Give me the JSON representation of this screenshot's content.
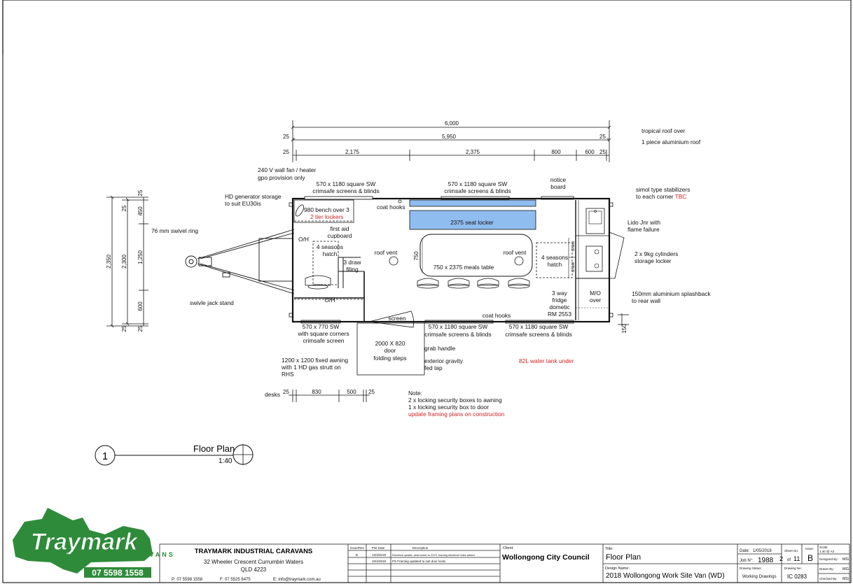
{
  "plan_title": "Floor Plan",
  "plan_scale": "1:40",
  "plan_number": "1",
  "dimensions": {
    "overall": "6,000",
    "body": "5,950",
    "end_left": "25",
    "end_right": "25",
    "seg1": "2,175",
    "seg2": "2,375",
    "seg3": "800",
    "seg4": "600",
    "v_outer": "2,350",
    "v_body": "2,300",
    "v_25_top": "25",
    "v_25_bot": "25",
    "v_450": "450",
    "v_1250": "1,250",
    "v_600": "600",
    "desk_25a": "25",
    "desk_830": "830",
    "desk_500": "500",
    "desk_25b": "25",
    "right_150": "150",
    "table_750": "750"
  },
  "labels": {
    "roof1": "tropical roof over",
    "roof2": "1 piece aluminium roof",
    "fan1": "240 V wall fan / heater",
    "fan2": "gpo provision only",
    "win1a": "570 x 1180 square SW",
    "win1b": "crimsafe screens & blinds",
    "win2a": "570 x 1180 square SW",
    "win2b": "crimsafe screens & blinds",
    "notice1": "notice",
    "notice2": "board",
    "stab1": "simol type stabilizers",
    "stab2": "to each corner",
    "stab_tbc": "TBC",
    "hdgen1": "HD generator storage",
    "hdgen2": "to suit EU30is",
    "bench": "980 bench over 3",
    "lockers2": "2 tier lockers",
    "coat_hooks_top": "coat hooks",
    "seat_locker": "2375 seat locker",
    "lido1": "Lido Jnr with",
    "lido2": "flame failure",
    "swivel_ring": "76 mm swivel ring",
    "first_aid1": "first aid",
    "first_aid2": "cupboard",
    "oh_upper": "O/H",
    "hatch_l1": "4 seasons",
    "hatch_l2": "hatch",
    "draw1": "3 draw",
    "draw2": "filing",
    "roof_vent_l": "roof vent",
    "roof_vent_r": "roof vent",
    "meals_table": "750 x 2375 meals table",
    "hatch_r1": "4 seasons",
    "hatch_r2": "hatch",
    "draw_a": "draw",
    "draw_b": "draw",
    "cyl1": "2 x 9kg cylinders",
    "cyl2": "storage locker",
    "fridge1": "3 way",
    "fridge2": "fridge",
    "fridge3": "dometic",
    "fridge4": "RM 2553",
    "mo1": "M/O",
    "mo2": "over",
    "splash1": "150mm aluminium splashback",
    "splash2": "to rear wall",
    "jack": "swivle jack stand",
    "oh_lower": "O/H",
    "screen": "screen",
    "coat_hooks_bot": "coat hooks",
    "win3a": "570 x 770 SW",
    "win3b": "with square corners",
    "win3c": "crimsafe screen",
    "win4a": "570 x 1180 square SW",
    "win4b": "crimsafe screens & blinds",
    "win5a": "570 x 1180 square SW",
    "win5b": "crimsafe screens & blinds",
    "door1": "2000 X 820",
    "door2": "door",
    "door3": "folding steps",
    "grab": "grab handle",
    "tap1": "exterior gravity",
    "tap2": "fed tap",
    "water_tank": "82L water tank under",
    "awning1": "1200 x 1200 fixed awning",
    "awning2": "with 1 HD gas strutt on",
    "awning3": "RHS",
    "desks": "desks",
    "note_title": "Note:",
    "note1": "2 x locking security boxes to awning",
    "note2": "1 x locking security box to door",
    "note3": "update framing plans on construction"
  },
  "logo": {
    "name": "Traymark",
    "sub": "INDUSTRIAL CARAVANS",
    "phone": "07 5598 1558",
    "green": "#2e8b3a"
  },
  "title_block": {
    "company": "TRAYMARK INDUSTRIAL CARAVANS",
    "address1": "32 Wheeler Crescent Currumbin Waters",
    "address2": "QLD 4223",
    "phone": "P: 07 5598 1558",
    "fax": "F: 07 5525 6475",
    "email": "E: info@traymark.com.au",
    "rev_headers": [
      "Issue/Rev",
      "Plot Date",
      "Description"
    ],
    "revisions": [
      {
        "rev": "B",
        "date": "12/3/2018",
        "desc": "Electrical update, seat locker to 2375, framing electrical holes added"
      },
      {
        "rev": "",
        "date": "10/4/2018",
        "desc": "PS Framing updated to suit door locks"
      }
    ],
    "client_label": "Client:",
    "client": "Wollongong City Council",
    "title_label": "Title:",
    "title": "Floor Plan",
    "design_label": "Design Name:",
    "design_name": "2018 Wollongong Work Site Van (WD)",
    "date_label": "Date:",
    "date": "1/05/2018",
    "job_label": "Job N°:",
    "job": "1988",
    "sheet_label": "Sheet No:",
    "sheet": "2",
    "of_label": "of",
    "sheets": "11",
    "issue_label": "Issue:",
    "issue": "B",
    "status_label": "Drawing Status:",
    "status": "Working Drawings",
    "drawing_no_label": "Drawing No:",
    "drawing_no": "IC 0283",
    "scale_label": "Scale:",
    "scale": "1:40 @ A3",
    "designed_label": "Designed By:",
    "designed": "MG",
    "drawn_label": "Drawn By:",
    "drawn": "MG",
    "checked_label": "Checked By:",
    "checked": "MG"
  }
}
